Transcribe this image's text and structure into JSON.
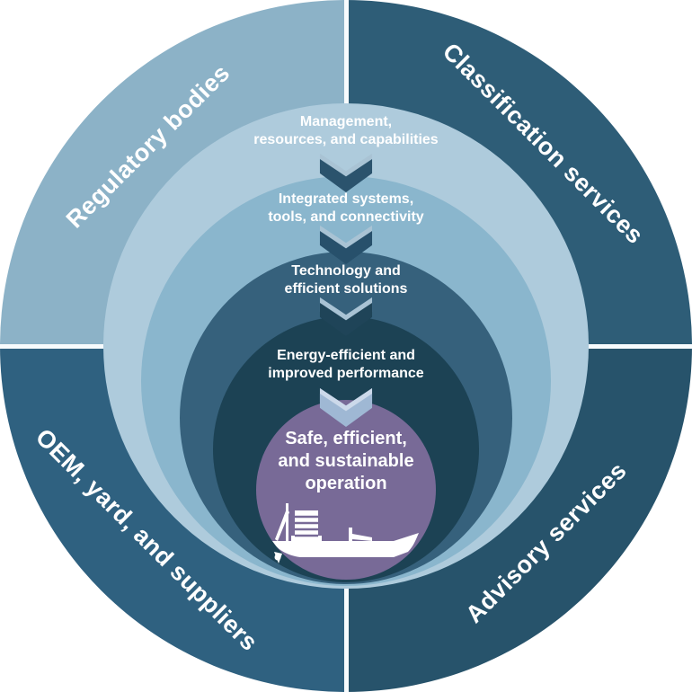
{
  "diagram": {
    "type": "concentric-funnel",
    "outer_ring": {
      "quadrants": [
        {
          "id": "top-left",
          "label": "Regulatory bodies",
          "color": "#8cb2c7"
        },
        {
          "id": "top-right",
          "label": "Classification services",
          "color": "#2e5d77"
        },
        {
          "id": "bottom-left",
          "label": "OEM, yard, and suppliers",
          "color": "#2f6180"
        },
        {
          "id": "bottom-right",
          "label": "Advisory services",
          "color": "#27536b"
        }
      ],
      "divider_color": "#f7fbfd"
    },
    "funnel_levels": [
      {
        "lines": [
          "Management,",
          "resources, and capabilities"
        ],
        "color": "#aecbdc"
      },
      {
        "lines": [
          "Integrated systems,",
          "tools, and connectivity"
        ],
        "color": "#8ab6cd"
      },
      {
        "lines": [
          "Technology and",
          "efficient solutions"
        ],
        "color": "#36617c"
      },
      {
        "lines": [
          "Energy-efficient and",
          "improved performance"
        ],
        "color": "#1c4254"
      }
    ],
    "center_circle": {
      "lines": [
        "Safe, efficient,",
        "and sustainable",
        "operation"
      ],
      "color": "#786a97",
      "icon": "cargo-ship-icon",
      "icon_color": "#ffffff"
    },
    "arrows": {
      "dark_body": "#2b536d",
      "dark_face": "#a9c3d4",
      "light_body": "#9fb8d4",
      "light_face": "#ccd9ea"
    },
    "text_color": "#ffffff"
  }
}
